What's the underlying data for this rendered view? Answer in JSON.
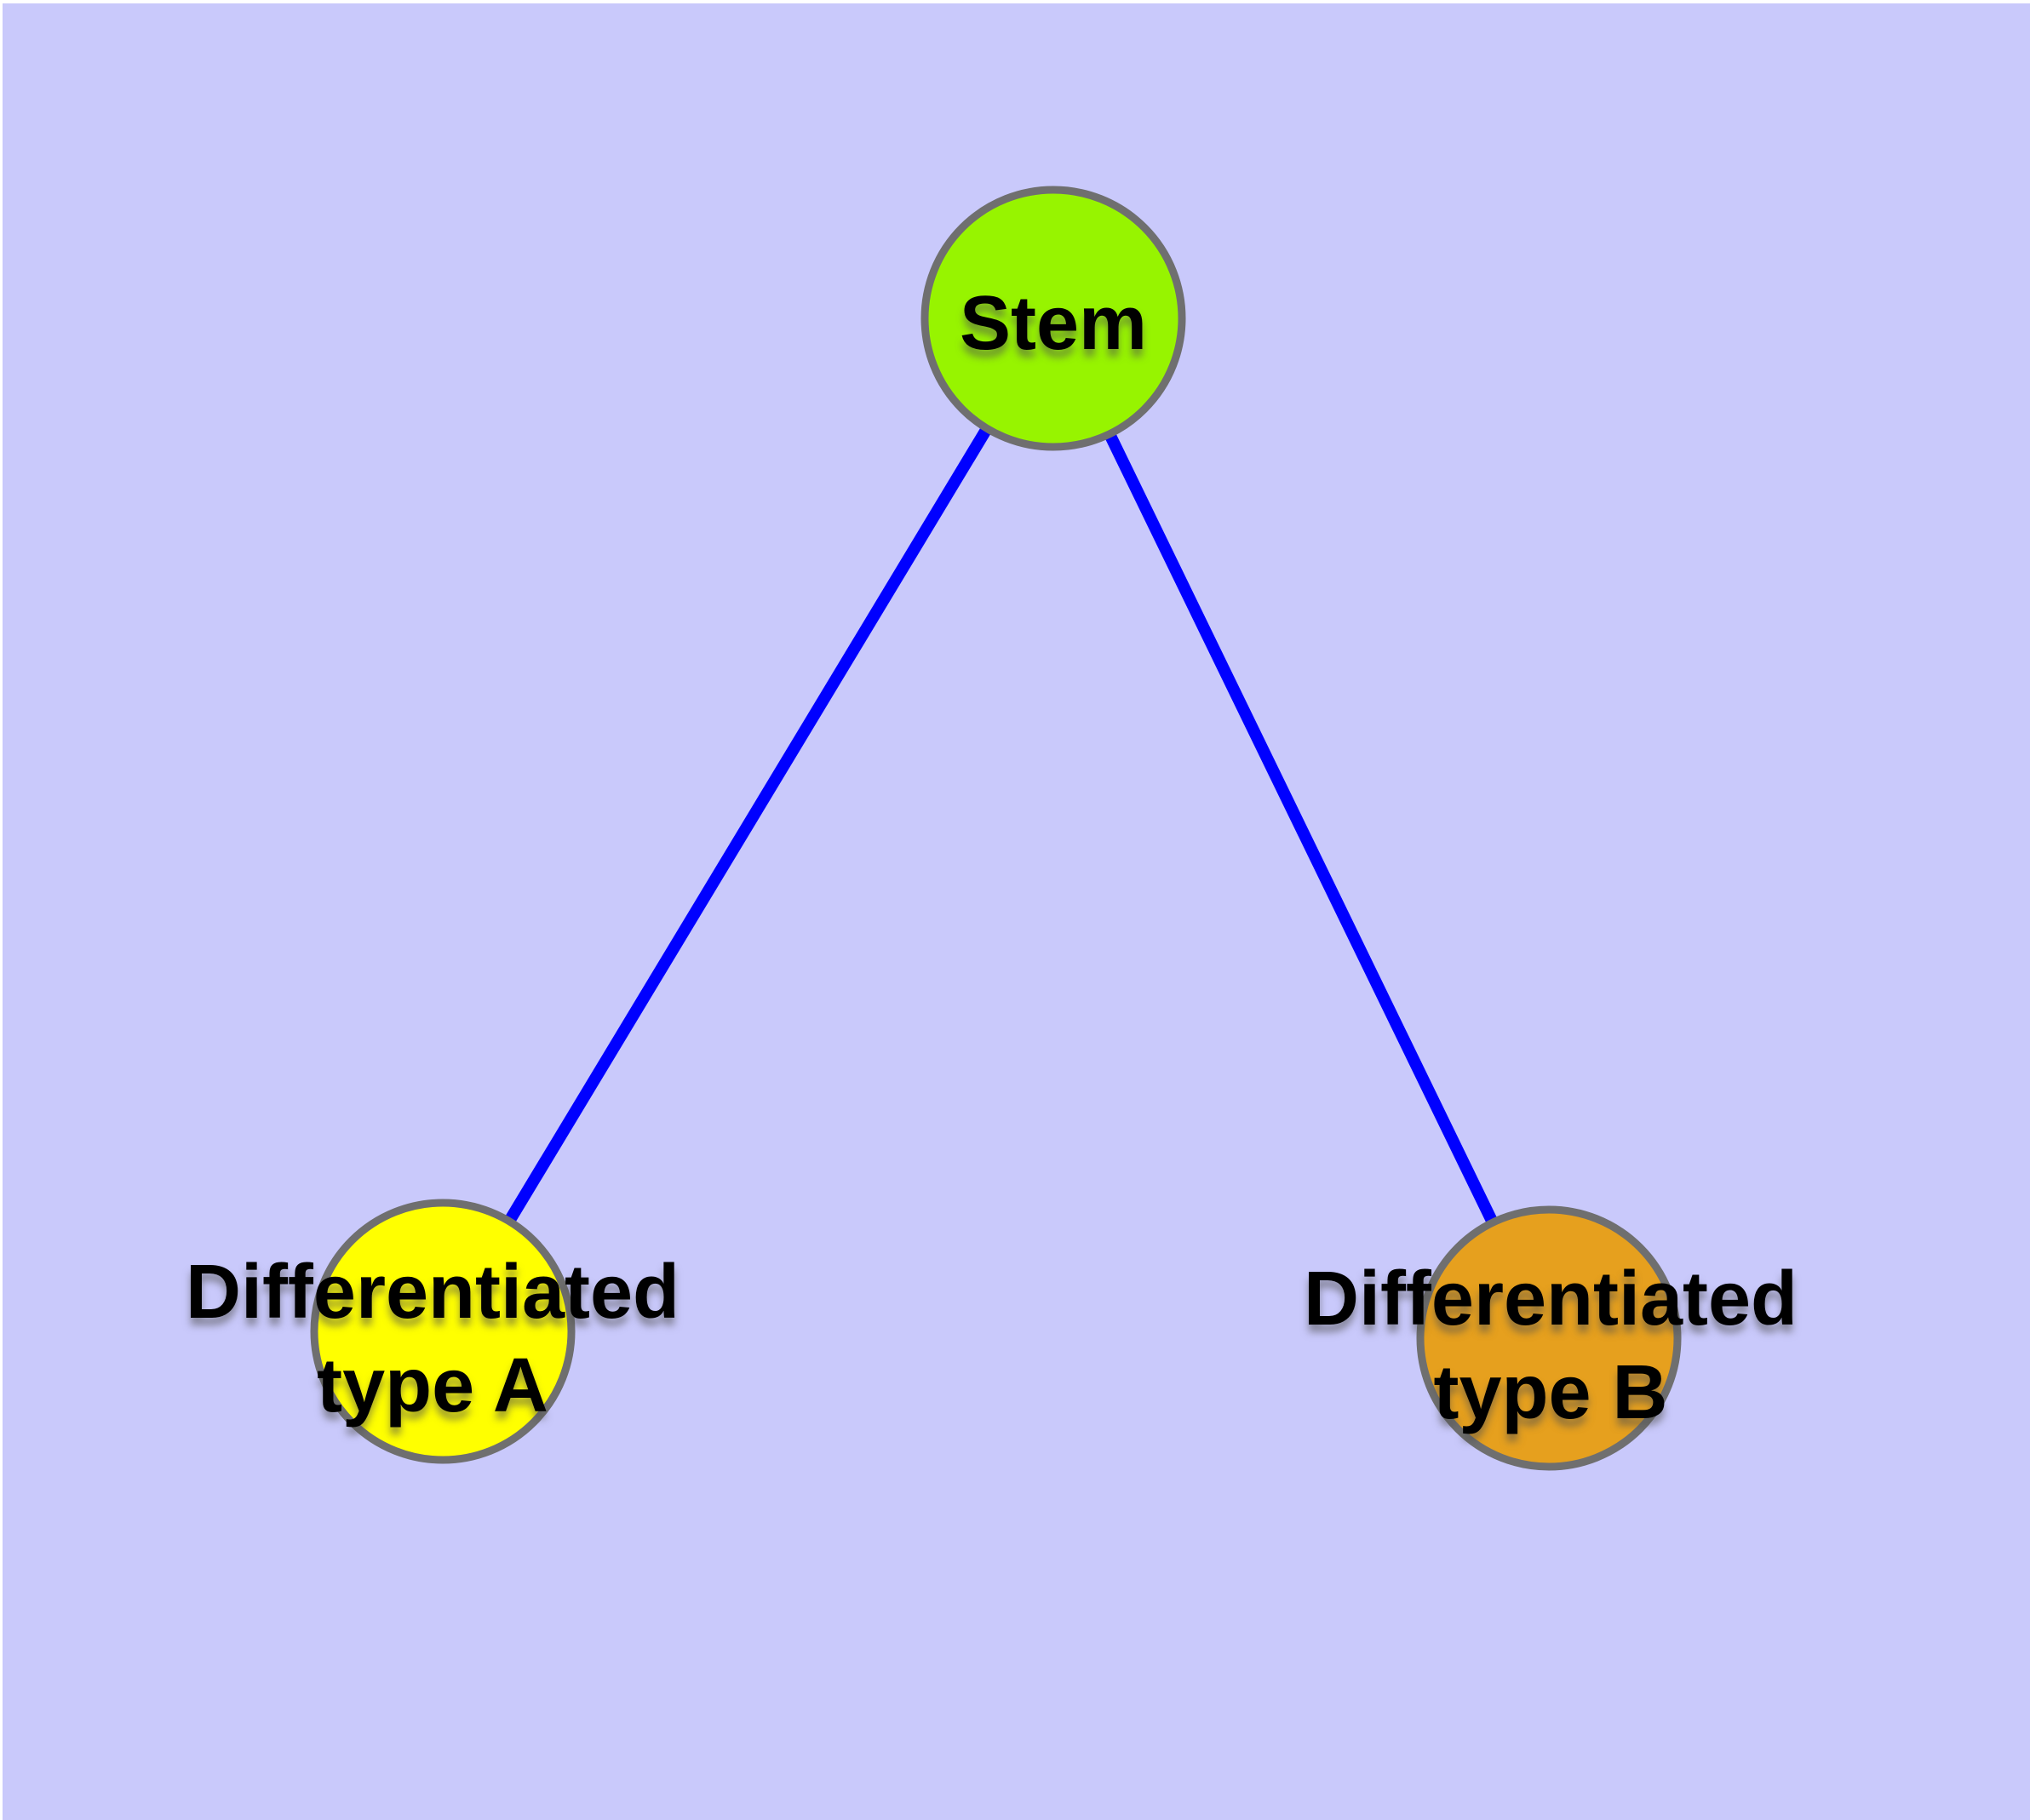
{
  "diagram": {
    "background_color": "#C9C9FB",
    "edge_color": "#0000FF",
    "node_border_color": "#6F6F6F",
    "label_color": "#000000",
    "nodes": [
      {
        "id": "stem",
        "lines": [
          "Stem"
        ],
        "fill": "#97F400"
      },
      {
        "id": "differentiated-type-a",
        "lines": [
          "Differentiated",
          "type A"
        ],
        "fill": "#FFFF00"
      },
      {
        "id": "differentiated-type-b",
        "lines": [
          "Differentiated",
          "type B"
        ],
        "fill": "#E6A01E"
      }
    ],
    "edges": [
      {
        "from": "stem",
        "to": "differentiated-type-a"
      },
      {
        "from": "stem",
        "to": "differentiated-type-b"
      }
    ]
  }
}
